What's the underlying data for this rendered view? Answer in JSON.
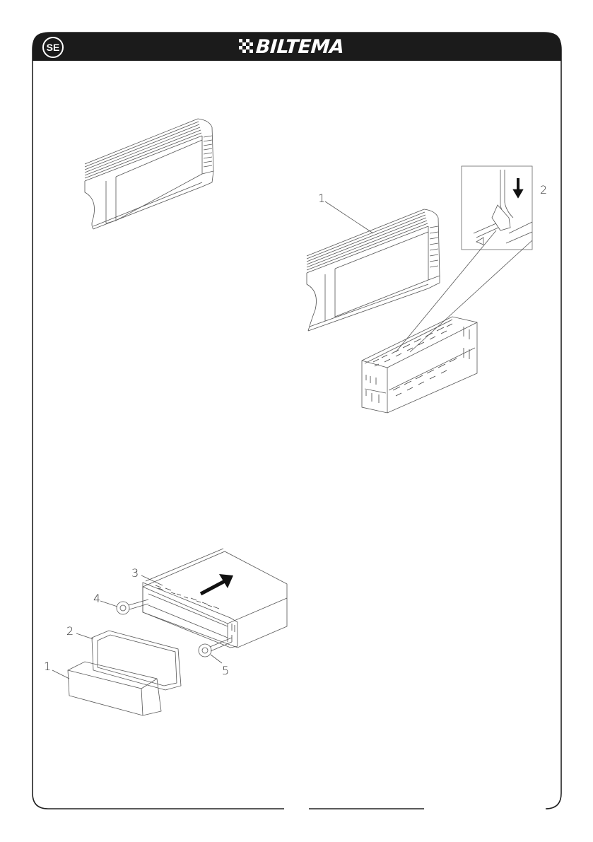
{
  "header": {
    "language_badge": "SE",
    "brand": "BILTEMA"
  },
  "figures": {
    "top_right": {
      "callout_labels": [
        "1",
        "2"
      ]
    },
    "bottom_left": {
      "callout_labels": [
        "1",
        "2",
        "3",
        "4",
        "5"
      ]
    }
  },
  "icons": {
    "brand_flag": "checkered-flag-icon",
    "arrow": "arrow-icon"
  }
}
